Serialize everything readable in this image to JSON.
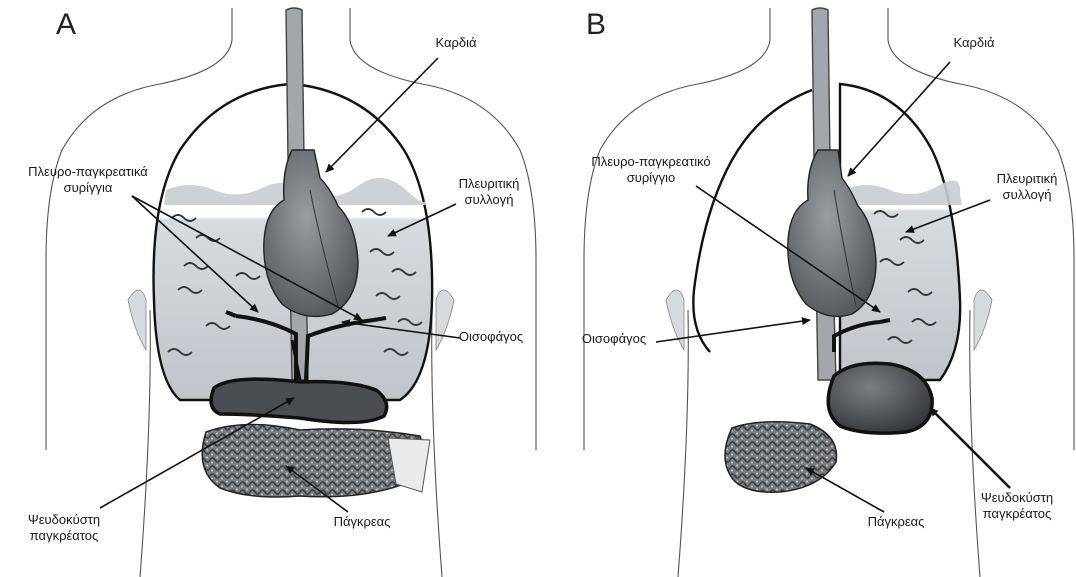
{
  "panels": [
    {
      "letter": "A",
      "labels": {
        "heart": "Καρδιά",
        "fistula_line1": "Πλευρο-παγκρεατικά",
        "fistula_line2": "συρίγγια",
        "effusion_line1": "Πλευριτική",
        "effusion_line2": "συλλογή",
        "esophagus": "Οισοφάγος",
        "pseudocyst_line1": "Ψευδοκύστη",
        "pseudocyst_line2": "παγκρέατος",
        "pancreas": "Πάγκρεας"
      }
    },
    {
      "letter": "B",
      "labels": {
        "heart": "Καρδιά",
        "fistula_line1": "Πλευρο-παγκρεατικό",
        "fistula_line2": "συρίγγιο",
        "effusion_line1": "Πλευριτική",
        "effusion_line2": "συλλογή",
        "esophagus": "Οισοφάγος",
        "pseudocyst_line1": "Ψευδοκύστη",
        "pseudocyst_line2": "παγκρέατος",
        "pancreas": "Πάγκρεας"
      }
    }
  ],
  "colors": {
    "fluid": "#c7cdd2",
    "organ_dark": "#5a5d61",
    "organ_mid": "#8e9296",
    "esophagus": "#a3a7ab",
    "outline": "#111111"
  }
}
